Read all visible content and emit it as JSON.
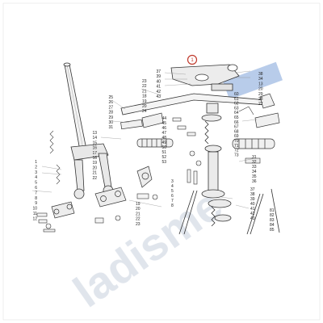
{
  "diagram": {
    "highlighted_callout": "1",
    "accent_color": "#c0392b",
    "watermark_color": "#9fb4d6",
    "watermark_text": "ladisme"
  },
  "callouts": {
    "handlebar_top": [
      "37",
      "39",
      "40",
      "41",
      "42",
      "43"
    ],
    "highlight": "1",
    "throttle_right": [
      "38",
      "34",
      "13",
      "20",
      "29",
      "28",
      "27"
    ],
    "center_mid": [
      "23",
      "22",
      "21",
      "18",
      "19",
      "20",
      "24"
    ],
    "left_lever": [
      "25",
      "26",
      "27",
      "28",
      "29",
      "30",
      "31"
    ],
    "center_stem": [
      "44",
      "45",
      "46",
      "47",
      "48",
      "49",
      "50",
      "51",
      "52",
      "53"
    ],
    "stem_right": [
      "60",
      "61",
      "62",
      "63",
      "64",
      "65",
      "66",
      "67",
      "68",
      "69",
      "70",
      "71",
      "72",
      "73"
    ],
    "right_lower": [
      "31",
      "32",
      "33",
      "34",
      "35",
      "36"
    ],
    "fork_left": [
      "1",
      "2",
      "3",
      "4",
      "5",
      "6",
      "7",
      "8",
      "9",
      "10",
      "11",
      "12"
    ],
    "fork_mid": [
      "13",
      "14",
      "15",
      "16",
      "17",
      "18",
      "19",
      "20",
      "21",
      "22"
    ],
    "fork_right_small": [
      "3",
      "4",
      "5",
      "6",
      "7",
      "8"
    ],
    "lower_right": [
      "37",
      "38",
      "39",
      "40",
      "41",
      "42",
      "43"
    ],
    "far_right": [
      "81",
      "82",
      "83",
      "84",
      "85"
    ],
    "misc": [
      "19",
      "20",
      "21",
      "22",
      "23"
    ]
  }
}
